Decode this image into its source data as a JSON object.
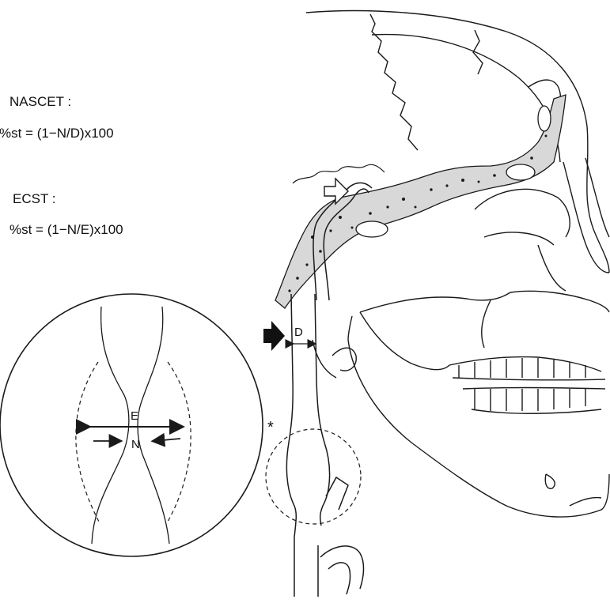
{
  "formulas": {
    "nascet_title": "NASCET :",
    "nascet_eq": "%st = (1−N/D)x100",
    "ecst_title": "ECST :",
    "ecst_eq": "%st = (1−N/E)x100"
  },
  "labels": {
    "d": "D",
    "e": "E",
    "n": "N",
    "asterisk": "*"
  },
  "colors": {
    "line": "#1a1a1a",
    "bone_fill": "#d8d8d8",
    "background": "#ffffff"
  }
}
